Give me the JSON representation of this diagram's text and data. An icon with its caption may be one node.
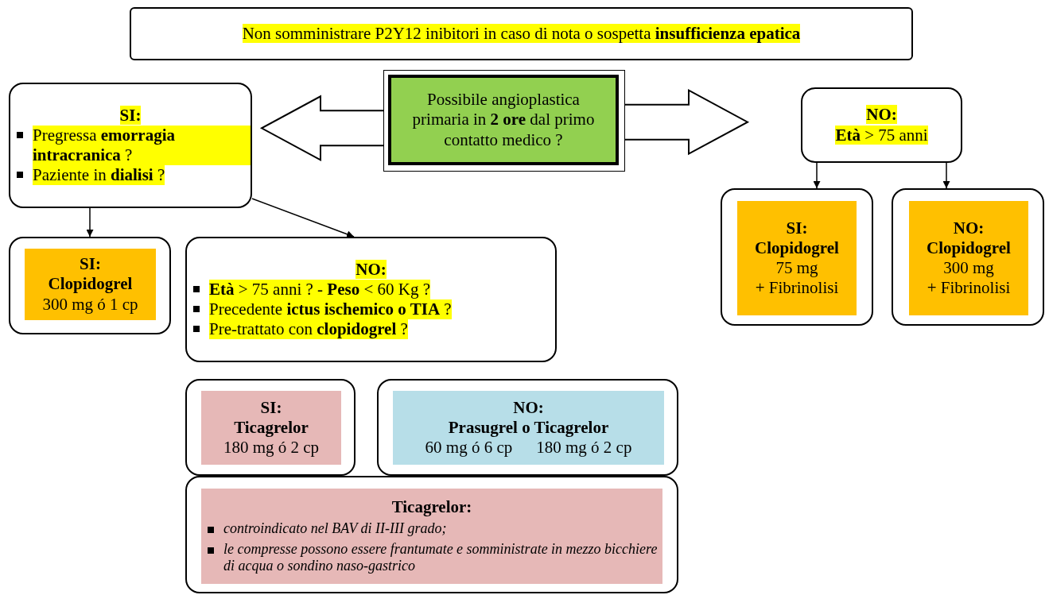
{
  "diagram": {
    "nodes": [
      {
        "text": [
          "Non somministrare P2Y12 inibitori in caso di nota o sospetta **insufficienza epatica**"
        ]
      },
      {
        "text": [
          "Possibile angioplastica primaria in **2 ore** dal primo contatto medico ?"
        ]
      },
      {
        "text": [
          "SI:",
          "Pregressa **emorragia intracranica** ?",
          "Paziente in **dialisi** ?"
        ]
      },
      {
        "text": [
          "NO:",
          "**Età** > 75 anni"
        ]
      },
      {
        "text": [
          "SI:",
          "Clopidogrel",
          "300 mg ó 1 cp"
        ]
      },
      {
        "text": [
          "NO:",
          "**Età** > 75 anni ? - **Peso** < 60 Kg ?",
          "Precedente **ictus ischemico o TIA** ?",
          "Pre-trattato con **clopidogrel** ?"
        ]
      },
      {
        "text": [
          "SI:",
          "Clopidogrel",
          "75 mg",
          "+ Fibrinolisi"
        ]
      },
      {
        "text": [
          "NO:",
          "Clopidogrel",
          "300 mg",
          "+ Fibrinolisi"
        ]
      },
      {
        "text": [
          "SI:",
          "Ticagrelor",
          "180 mg ó 2 cp"
        ]
      },
      {
        "text": [
          "NO:",
          "Prasugrel o Ticagrelor",
          "60 mg ó 6 cp",
          "180 mg ó 2 cp"
        ]
      },
      {
        "text": [
          "Ticagrelor:",
          "controindicato nel BAV di II-III grado;",
          "le compresse possono essere frantumate e somministrate in mezzo bicchiere di acqua o sondino naso-gastrico"
        ]
      }
    ],
    "edges": [
      {
        "from": 1,
        "to": 2,
        "arrow": "to",
        "style": "thick"
      },
      {
        "from": 1,
        "to": 3,
        "arrow": "to",
        "style": "thick"
      },
      {
        "from": 2,
        "to": 4,
        "arrow": "to"
      },
      {
        "from": 2,
        "to": 5,
        "arrow": "to"
      },
      {
        "from": 3,
        "to": 6,
        "arrow": "to"
      },
      {
        "from": 3,
        "to": 7,
        "arrow": "to"
      }
    ]
  }
}
